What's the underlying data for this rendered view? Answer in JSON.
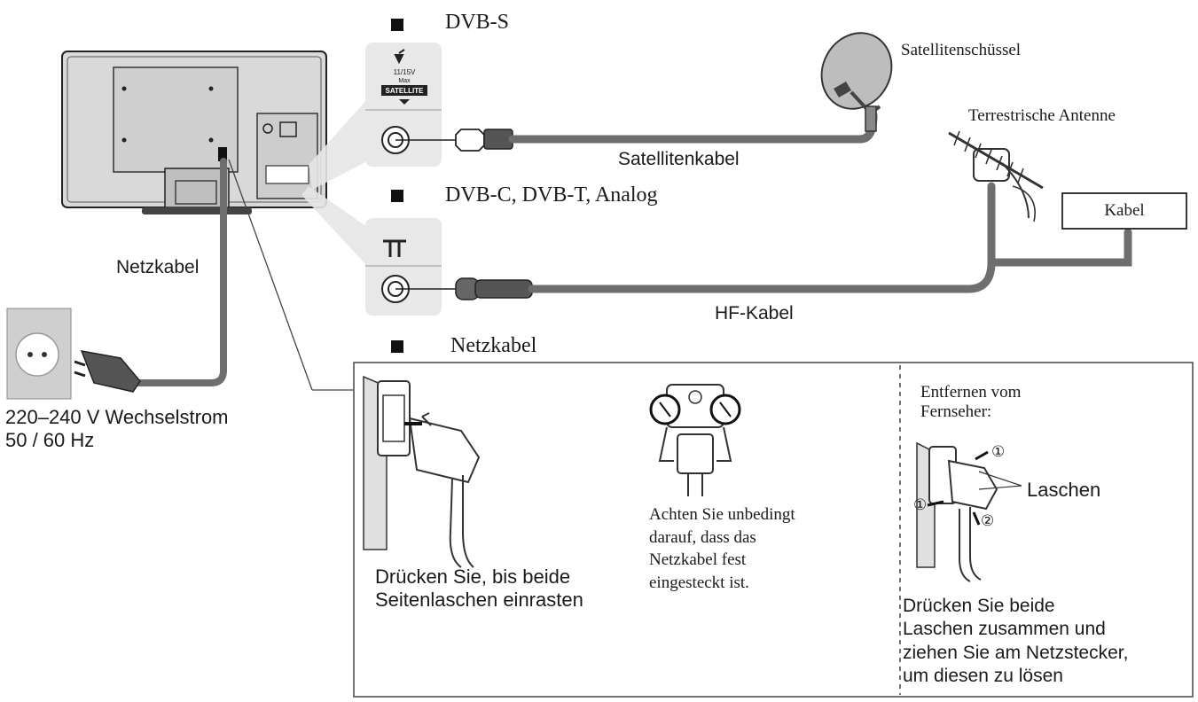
{
  "sections": {
    "dvb_s": "DVB-S",
    "dvb_c": "DVB-C, DVB-T, Analog",
    "power": "Netzkabel"
  },
  "labels": {
    "dish": "Satellitenschüssel",
    "antenna": "Terrestrische Antenne",
    "cable_box": "Kabel",
    "satellite_cable": "Satellitenkabel",
    "hf_cable": "HF-Kabel",
    "power_cable": "Netzkabel",
    "mains_line1": "220–240 V Wechselstrom",
    "mains_line2": "50 / 60 Hz",
    "satellite_port_text": "SATELLITE",
    "satellite_port_spec1": "11/15V",
    "satellite_port_spec2": "Max"
  },
  "instructions": {
    "insert": "Drücken Sie, bis beide\nSeitenlaschen einrasten",
    "check": "Achten Sie unbedingt\ndarauf, dass das\nNetzkabel fest\neingesteckt ist.",
    "remove_title": "Entfernen vom\nFernseher:",
    "tabs_label": "Laschen",
    "tab_marker_1": "①",
    "tab_marker_2": "②",
    "remove": "Drücken Sie beide\nLaschen zusammen und\nziehen Sie am Netzstecker,\num diesen zu lösen"
  },
  "colors": {
    "line": "#222222",
    "cable": "#6e6e6e",
    "panel": "#e8e8e8",
    "tv_body": "#d9d9d9",
    "tv_panel": "#c9c9c9"
  }
}
